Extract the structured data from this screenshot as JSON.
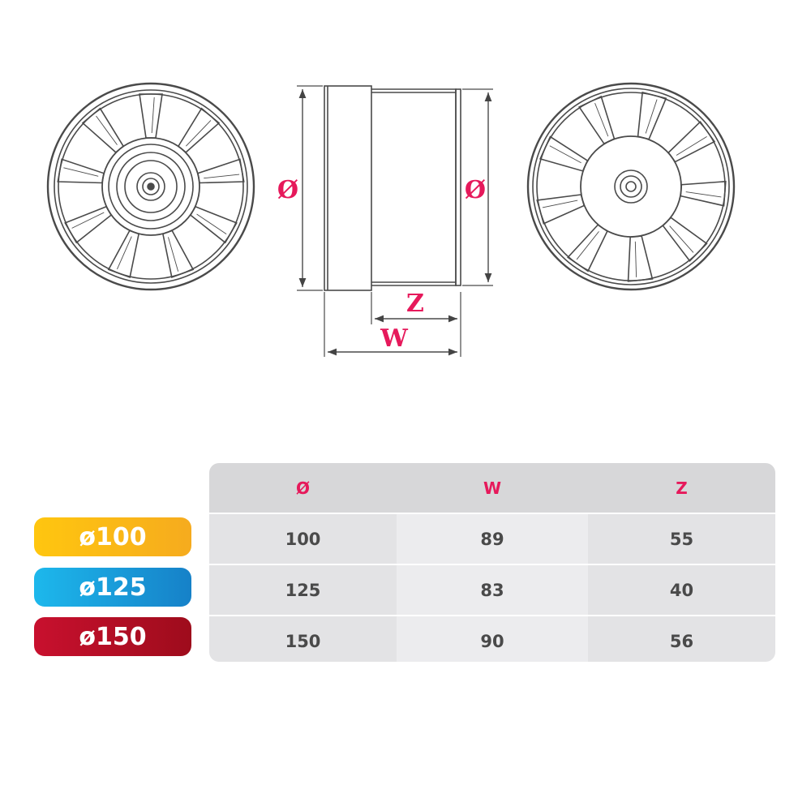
{
  "diagram": {
    "side_labels": {
      "diameter_left": "Ø",
      "diameter_right": "Ø",
      "z": "Z",
      "w": "W"
    }
  },
  "table": {
    "headers": [
      "Ø",
      "W",
      "Z"
    ],
    "rows": [
      {
        "label": "ø100",
        "color": "#f7b519",
        "values": [
          "100",
          "89",
          "55"
        ]
      },
      {
        "label": "ø125",
        "color": "#1a9ad8",
        "values": [
          "125",
          "83",
          "40"
        ]
      },
      {
        "label": "ø150",
        "color": "#b30e25",
        "values": [
          "150",
          "90",
          "56"
        ]
      }
    ]
  },
  "colors": {
    "accent": "#e6195b",
    "line": "#444444"
  }
}
